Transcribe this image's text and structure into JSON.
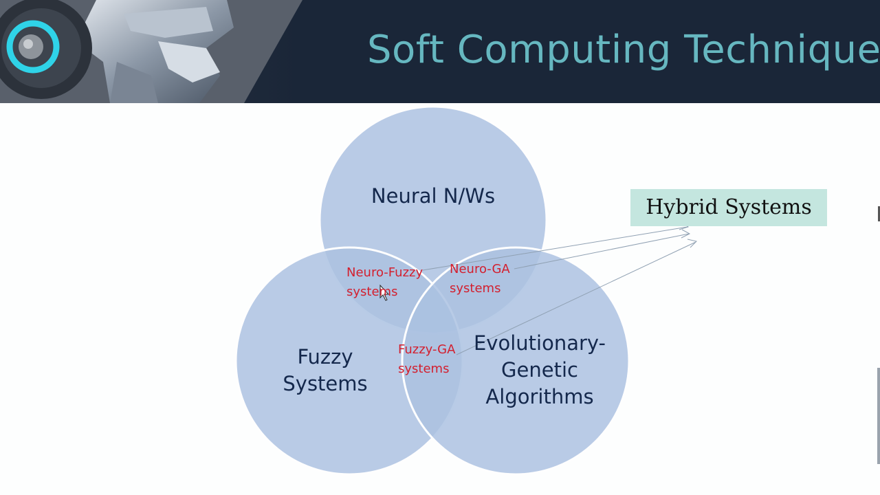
{
  "header": {
    "title": "Soft Computing Techniques",
    "colors": {
      "background": "#1a2638",
      "title": "#66b7c0"
    }
  },
  "diagram": {
    "type": "venn",
    "sets": [
      {
        "id": "neural",
        "label": "Neural N/Ws"
      },
      {
        "id": "fuzzy",
        "label": "Fuzzy\nSystems"
      },
      {
        "id": "evolutionary",
        "label": "Evolutionary-\nGenetic\nAlgorithms"
      }
    ],
    "intersections": [
      {
        "sets": [
          "neural",
          "fuzzy"
        ],
        "label": "Neuro-Fuzzy\nsystems"
      },
      {
        "sets": [
          "neural",
          "evolutionary"
        ],
        "label": "Neuro-GA\nsystems"
      },
      {
        "sets": [
          "fuzzy",
          "evolutionary"
        ],
        "label": "Fuzzy-GA\nsystems"
      }
    ],
    "callout": {
      "label": "Hybrid Systems",
      "points_to": [
        "neuro-fuzzy",
        "neuro-ga",
        "fuzzy-ga"
      ]
    },
    "colors": {
      "circle": "#a6bddf",
      "circle_stroke": "#ffffff",
      "set_label": "#14284c",
      "intersection_label": "#d31f2e",
      "callout_bg": "#c4e6df"
    }
  }
}
